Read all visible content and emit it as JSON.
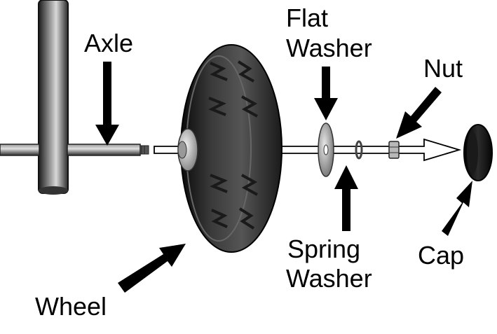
{
  "labels": {
    "axle": "Axle",
    "flat_washer_1": "Flat",
    "flat_washer_2": "Washer",
    "nut": "Nut",
    "spring_washer_1": "Spring",
    "spring_washer_2": "Washer",
    "cap": "Cap",
    "wheel": "Wheel"
  }
}
